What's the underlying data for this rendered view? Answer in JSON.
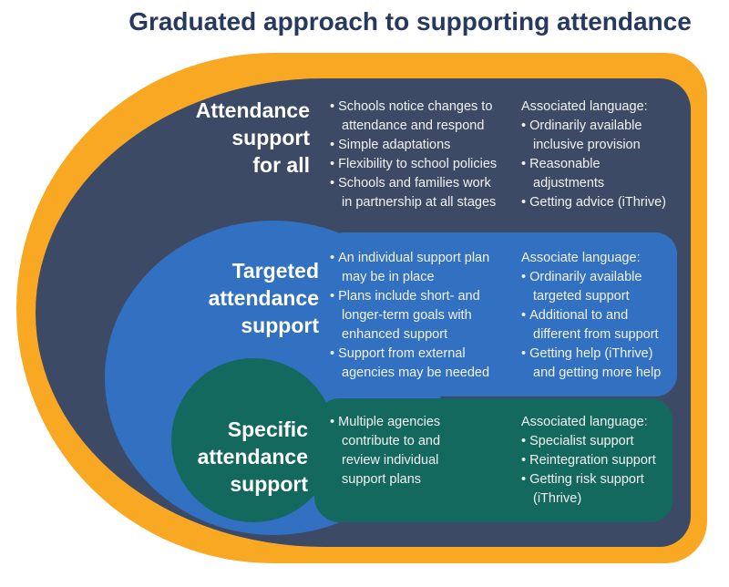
{
  "title": "Graduated approach to supporting attendance",
  "colors": {
    "outline": "#F9A823",
    "level1": "#3C4A66",
    "level2": "#3270C2",
    "level3": "#14695F",
    "title_text": "#27395E",
    "body_text": "#F2F2F2"
  },
  "sections": [
    {
      "name": "Attendance support for all",
      "heading": "Attendance\nsupport\nfor all",
      "points": [
        "Schools notice changes to\nattendance and respond",
        "Simple adaptations",
        "Flexibility to school policies",
        "Schools and families work\nin partnership at all stages"
      ],
      "language_heading": "Associated language:",
      "language_points": [
        "Ordinarily available\ninclusive provision",
        "Reasonable\nadjustments",
        "Getting advice (iThrive)"
      ]
    },
    {
      "name": "Targeted attendance support",
      "heading": "Targeted\nattendance\nsupport",
      "points": [
        "An individual support plan\nmay be in place",
        "Plans include short- and\nlonger-term goals with\nenhanced support",
        "Support from external\nagencies may be needed"
      ],
      "language_heading": "Associate language:",
      "language_points": [
        "Ordinarily available\ntargeted support",
        "Additional to and\ndifferent from support",
        "Getting help (iThrive)\nand getting more help"
      ]
    },
    {
      "name": "Specific attendance support",
      "heading": "Specific\nattendance\nsupport",
      "points": [
        "Multiple agencies\ncontribute to and\nreview individual\nsupport plans"
      ],
      "language_heading": "Associated language:",
      "language_points": [
        "Specialist support",
        "Reintegration support",
        "Getting risk support\n(iThrive)"
      ]
    }
  ]
}
